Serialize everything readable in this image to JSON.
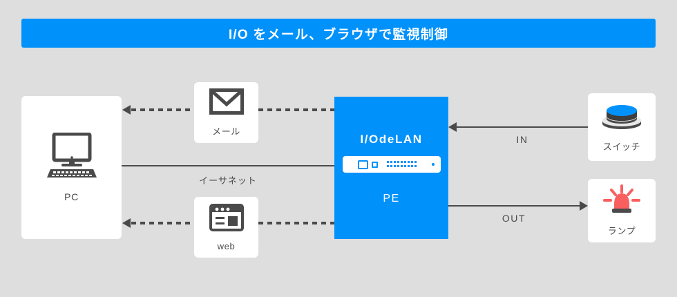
{
  "banner": {
    "title": "I/O をメール、ブラウザで監視制御",
    "background_color": "#0091fa",
    "text_color": "#ffffff"
  },
  "canvas": {
    "background_color": "#dedede",
    "line_color": "#4a4a4a",
    "card_color": "#ffffff"
  },
  "nodes": {
    "pc": {
      "label": "PC",
      "icon": "desktop-computer-icon"
    },
    "mail": {
      "label": "メール",
      "icon": "envelope-icon"
    },
    "web": {
      "label": "web",
      "icon": "browser-window-icon"
    },
    "device": {
      "title": "I/OdeLAN",
      "subtitle": "PE",
      "icon": "lan-io-module-icon",
      "background_color": "#0091fa",
      "text_color": "#ffffff"
    },
    "switch": {
      "label": "スイッチ",
      "icon": "push-button-switch-icon",
      "button_color": "#0091fa"
    },
    "lamp": {
      "label": "ランプ",
      "icon": "rotating-beacon-lamp-icon",
      "lamp_color": "#fa5f5f"
    }
  },
  "connections": {
    "ethernet": {
      "label": "イーサネット",
      "style": "solid"
    },
    "mail_path": {
      "style": "dashed",
      "direction": "device-to-pc"
    },
    "web_path": {
      "style": "dashed",
      "direction": "device-to-pc"
    },
    "input": {
      "label": "IN",
      "style": "solid",
      "direction": "switch-to-device"
    },
    "output": {
      "label": "OUT",
      "style": "solid",
      "direction": "device-to-lamp"
    }
  }
}
